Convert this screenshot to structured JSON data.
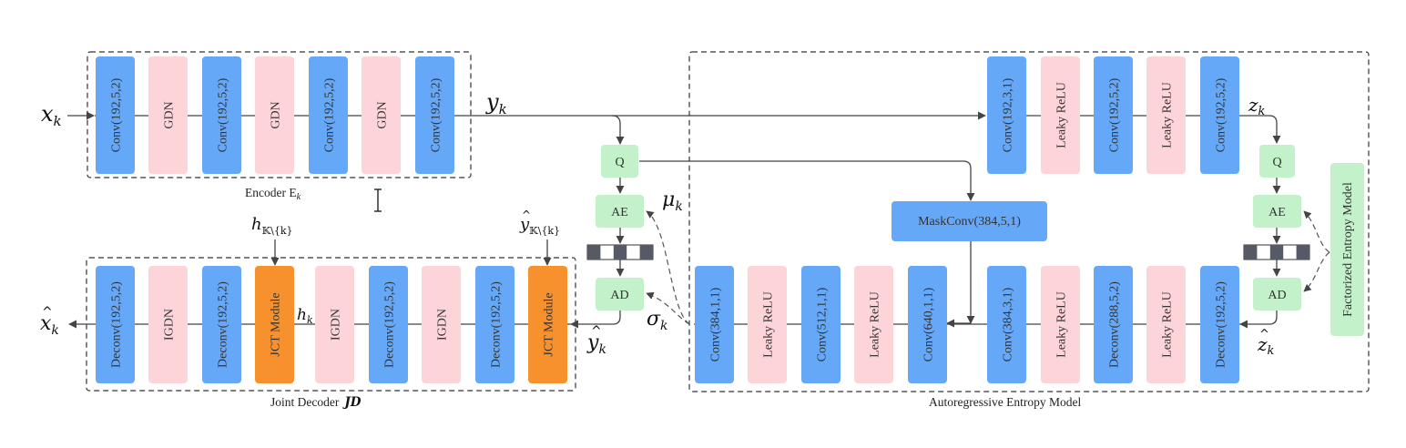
{
  "colors": {
    "conv": "#66a8f8",
    "norm": "#fdd5d8",
    "jct": "#f7912e",
    "op": "#c3f1c9",
    "wire": "#444444"
  },
  "encoder": {
    "caption": "Encoder E",
    "caption_sub": "k",
    "blocks": [
      "Conv(192,5,2)",
      "GDN",
      "Conv(192,5,2)",
      "GDN",
      "Conv(192,5,2)",
      "GDN",
      "Conv(192,5,2)"
    ]
  },
  "hyper_encoder": {
    "blocks": [
      "Conv(192,3,1)",
      "Leaky ReLU",
      "Conv(192,5,2)",
      "Leaky ReLU",
      "Conv(192,5,2)"
    ]
  },
  "decoder": {
    "caption": "Joint Decoder",
    "caption_math": "JD",
    "blocks": [
      "Deconv(192,5,2)",
      "IGDN",
      "Deconv(192,5,2)",
      "JCT Module",
      "IGDN",
      "Deconv(192,5,2)",
      "IGDN",
      "Deconv(192,5,2)",
      "JCT Module"
    ]
  },
  "entropy_model": {
    "caption": "Autoregressive Entropy Model",
    "blocks": [
      "Conv(384,1,1)",
      "Leaky ReLU",
      "Conv(512,1,1)",
      "Leaky ReLU",
      "Conv(640,1,1)",
      "Conv(384,3,1)",
      "Leaky ReLU",
      "Deconv(288,5,2)",
      "Leaky ReLU",
      "Deconv(192,5,2)"
    ],
    "maskconv": "MaskConv(384,5,1)"
  },
  "ops": {
    "q": "Q",
    "ae": "AE",
    "ad": "AD"
  },
  "factorized": "Factorized Entropy Model",
  "symbols": {
    "x": "x",
    "y": "y",
    "z": "z",
    "k": "k",
    "mu": "μ",
    "sigma": "σ",
    "h": "h",
    "set_sub": "𝕂\\{k}"
  }
}
